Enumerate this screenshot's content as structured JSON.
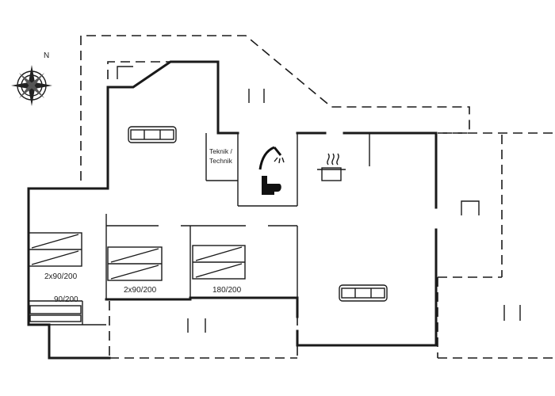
{
  "compass": {
    "north_label": "N",
    "icon": "compass-rose-icon"
  },
  "rooms": {
    "technical_room": {
      "label_line1": "Teknik /",
      "label_line2": "Technik"
    }
  },
  "beds": {
    "bedroom_1": "2x90/200",
    "bedroom_2": "2x90/200",
    "bedroom_3": "180/200",
    "bunk_nook": "90/200"
  },
  "icons": [
    "sofa-icon",
    "shower-icon",
    "toilet-icon",
    "cooking-pot-icon",
    "bed-icon",
    "window-icon"
  ]
}
